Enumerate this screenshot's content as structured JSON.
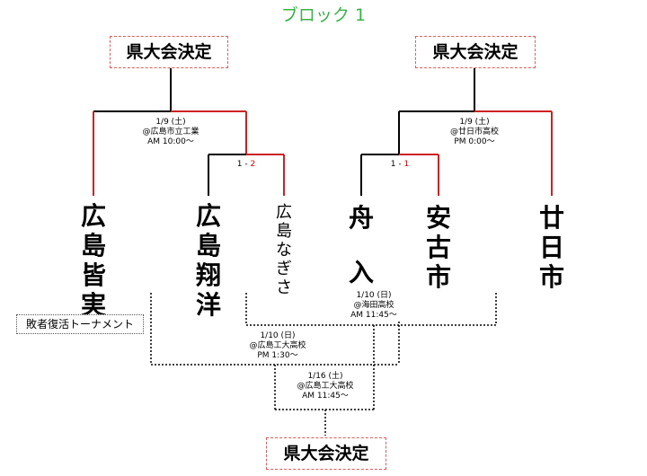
{
  "title": "ブロック 1",
  "final_label": "県大会決定",
  "left_final": {
    "date": "1/9 (土)",
    "venue": "@広島市立工業",
    "time": "AM 10:00〜"
  },
  "right_final": {
    "date": "1/9 (土)",
    "venue": "@廿日市高校",
    "time": "PM 0:00〜"
  },
  "left_semi": {
    "score_a": "1 -",
    "score_b": "2"
  },
  "right_semi": {
    "score_a": "1 -",
    "score_b": "1"
  },
  "teams": [
    {
      "chars": [
        "広",
        "島",
        "皆",
        "実"
      ]
    },
    {
      "chars": [
        "広",
        "島",
        "翔",
        "洋"
      ]
    },
    {
      "chars": [
        "広",
        "島",
        "な",
        "ぎ",
        "さ"
      ]
    },
    {
      "chars": [
        "舟",
        "",
        "入"
      ]
    },
    {
      "chars": [
        "安",
        "古",
        "市"
      ]
    },
    {
      "chars": [
        "廿",
        "日",
        "市"
      ]
    }
  ],
  "revival_label": "敗者復活トーナメント",
  "rev_match1": {
    "date": "1/10 (日)",
    "venue": "@海田高校",
    "time": "AM 11:45〜"
  },
  "rev_match2": {
    "date": "1/10 (日)",
    "venue": "@広島工大高校",
    "time": "PM 1:30〜"
  },
  "rev_final": {
    "date": "1/16 (土)",
    "venue": "@広島工大高校",
    "time": "AM 11:45〜"
  },
  "colors": {
    "winner_line": "#cc2222",
    "normal_line": "#000000",
    "title": "#3cb14a",
    "box_border": "#e05a5a"
  }
}
